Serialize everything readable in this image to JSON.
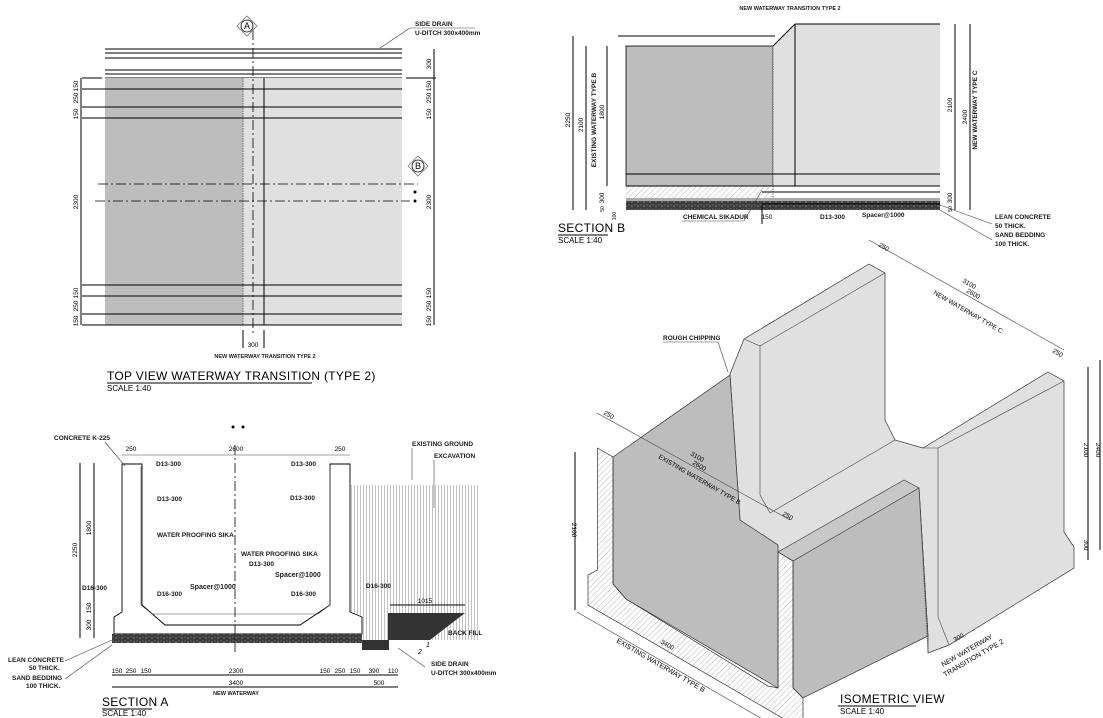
{
  "colors": {
    "existing": "#bdbdbd",
    "new": "#e0e0e0",
    "lean": "#3c3c3c",
    "hatch": "#9a9a9a"
  },
  "top_view": {
    "title": "TOP VIEW WATERWAY TRANSITION (TYPE 2)",
    "scale": "SCALE 1:40",
    "marker_a": "A",
    "marker_b": "B",
    "side_drain": "SIDE DRAIN",
    "u_ditch": "U-DITCH 300x400mm",
    "dims_left": [
      "150",
      "250",
      "150",
      "2300",
      "150",
      "250",
      "150"
    ],
    "dims_right": [
      "300",
      "150",
      "250",
      "150",
      "2300",
      "150",
      "250",
      "150"
    ],
    "dim_bottom": "300",
    "transition_label": "NEW WATERWAY TRANSITION TYPE 2"
  },
  "section_b": {
    "title": "SECTION B",
    "scale": "SCALE 1:40",
    "transition_label": "NEW WATERWAY TRANSITION TYPE 2",
    "dims_left": [
      "2250",
      "2100",
      "1800",
      "300",
      "50",
      "100"
    ],
    "existing_label": "EXISTING WATERWAY TYPE B",
    "dims_right": [
      "2100",
      "2400",
      "300",
      "50"
    ],
    "new_label": "NEW WATERWAY TYPE C",
    "chemical": "CHEMICAL SIKADUR",
    "dim_150": "150",
    "rebar": "D13-300",
    "spacer": "Spacer@1000",
    "lean1": "LEAN CONCRETE",
    "lean2": "50 THICK.",
    "sand1": "SAND BEDDING",
    "sand2": "100 THICK."
  },
  "section_a": {
    "title": "SECTION A",
    "scale": "SCALE 1:40",
    "concrete": "CONCRETE K-225",
    "top_dims": [
      "250",
      "2600",
      "250"
    ],
    "d13": "D13-300",
    "d16": "D16-300",
    "waterproof": "WATER PROOFING SIKA",
    "spacer": "Spacer@1000",
    "dims_left": [
      "2250",
      "1800",
      "150",
      "300"
    ],
    "existing_ground": "EXISTING GROUND",
    "excavation": "EXCAVATION",
    "dim_1015": "1015",
    "back_fill": "BACK FILL",
    "slope_v": "1",
    "slope_h": "2",
    "side_drain": "SIDE DRAIN",
    "u_ditch": "U-DITCH 300x400mm",
    "lean1": "LEAN CONCRETE",
    "lean2": "50 THICK.",
    "sand1": "SAND BEDDING",
    "sand2": "100 THICK.",
    "bottom_dims": [
      "150",
      "250",
      "150",
      "2300",
      "150",
      "250",
      "150",
      "390",
      "110"
    ],
    "total": "3400",
    "drain_total": "500",
    "new_waterway": "NEW WATERWAY"
  },
  "isometric": {
    "title": "ISOMETRIC VIEW",
    "scale": "SCALE 1:40",
    "rough": "ROUGH CHIPPING",
    "new_dims": [
      "250",
      "3100",
      "2600",
      "250"
    ],
    "new_label": "NEW WATERWAY TYPE C",
    "right_dims": [
      "2100",
      "2400",
      "300"
    ],
    "left_dim": "2100",
    "exist_dims": [
      "250",
      "3100",
      "2600",
      "250"
    ],
    "exist_label": "EXISTING WATERWAY TYPE B",
    "bottom_dim": "3400",
    "bottom_label": "EXISTING WATERWAY TYPE B",
    "trans_dim": "300",
    "trans_label1": "NEW WATERWAY",
    "trans_label2": "TRANSITION TYPE 2"
  }
}
